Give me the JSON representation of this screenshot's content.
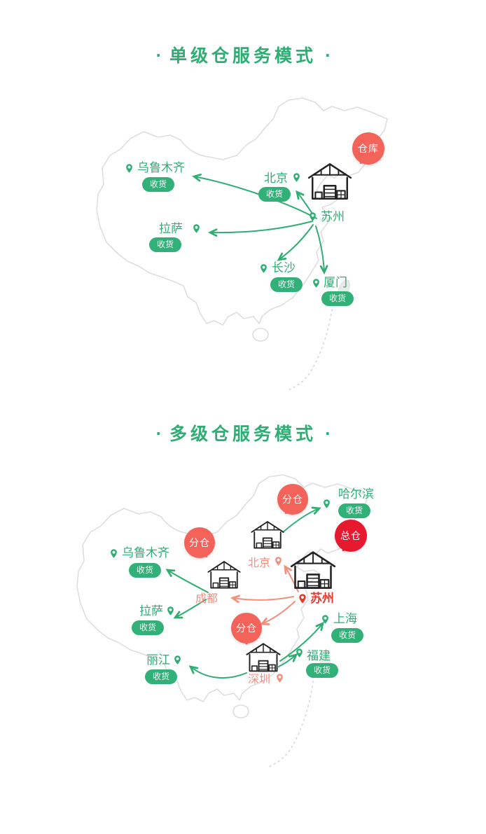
{
  "title_dot": "·",
  "colors": {
    "accent_green": "#2fae74",
    "pill_green": "#31b077",
    "coral_bubble": "#f4635a",
    "main_warehouse_red": "#e7192f",
    "salmon_text": "#f58e7d",
    "suzhou_red": "#e7392f",
    "map_outline": "#dedede",
    "icon_ink": "#222222"
  },
  "single_mode": {
    "title": "单级仓服务模式",
    "warehouse_bubble": "仓库",
    "hub": {
      "name": "苏州"
    },
    "cities": [
      {
        "name": "乌鲁木齐",
        "tag": "收货"
      },
      {
        "name": "北京",
        "tag": "收货"
      },
      {
        "name": "拉萨",
        "tag": "收货"
      },
      {
        "name": "长沙",
        "tag": "收货"
      },
      {
        "name": "厦门",
        "tag": "收货"
      }
    ],
    "flows": [
      {
        "from": "苏州",
        "to": "乌鲁木齐"
      },
      {
        "from": "苏州",
        "to": "北京"
      },
      {
        "from": "苏州",
        "to": "拉萨"
      },
      {
        "from": "苏州",
        "to": "长沙"
      },
      {
        "from": "苏州",
        "to": "厦门"
      }
    ]
  },
  "multi_mode": {
    "title": "多级仓服务模式",
    "main_bubble": "总仓",
    "branch_bubble": "分仓",
    "hub": {
      "name": "苏州"
    },
    "branch_cities": [
      {
        "name": "北京"
      },
      {
        "name": "成都"
      },
      {
        "name": "深圳"
      }
    ],
    "receive_cities": [
      {
        "name": "哈尔滨",
        "tag": "收货"
      },
      {
        "name": "乌鲁木齐",
        "tag": "收货"
      },
      {
        "name": "拉萨",
        "tag": "收货"
      },
      {
        "name": "上海",
        "tag": "收货"
      },
      {
        "name": "福建",
        "tag": "收货"
      },
      {
        "name": "丽江",
        "tag": "收货"
      }
    ],
    "flows_from_hub": [
      {
        "from": "苏州",
        "to": "北京"
      },
      {
        "from": "苏州",
        "to": "成都"
      },
      {
        "from": "苏州",
        "to": "深圳"
      }
    ],
    "flows_from_branches": [
      {
        "from": "北京",
        "to": "哈尔滨"
      },
      {
        "from": "成都",
        "to": "乌鲁木齐"
      },
      {
        "from": "成都",
        "to": "拉萨"
      },
      {
        "from": "深圳",
        "to": "丽江"
      },
      {
        "from": "深圳",
        "to": "福建"
      },
      {
        "from": "深圳",
        "to": "上海"
      }
    ]
  }
}
